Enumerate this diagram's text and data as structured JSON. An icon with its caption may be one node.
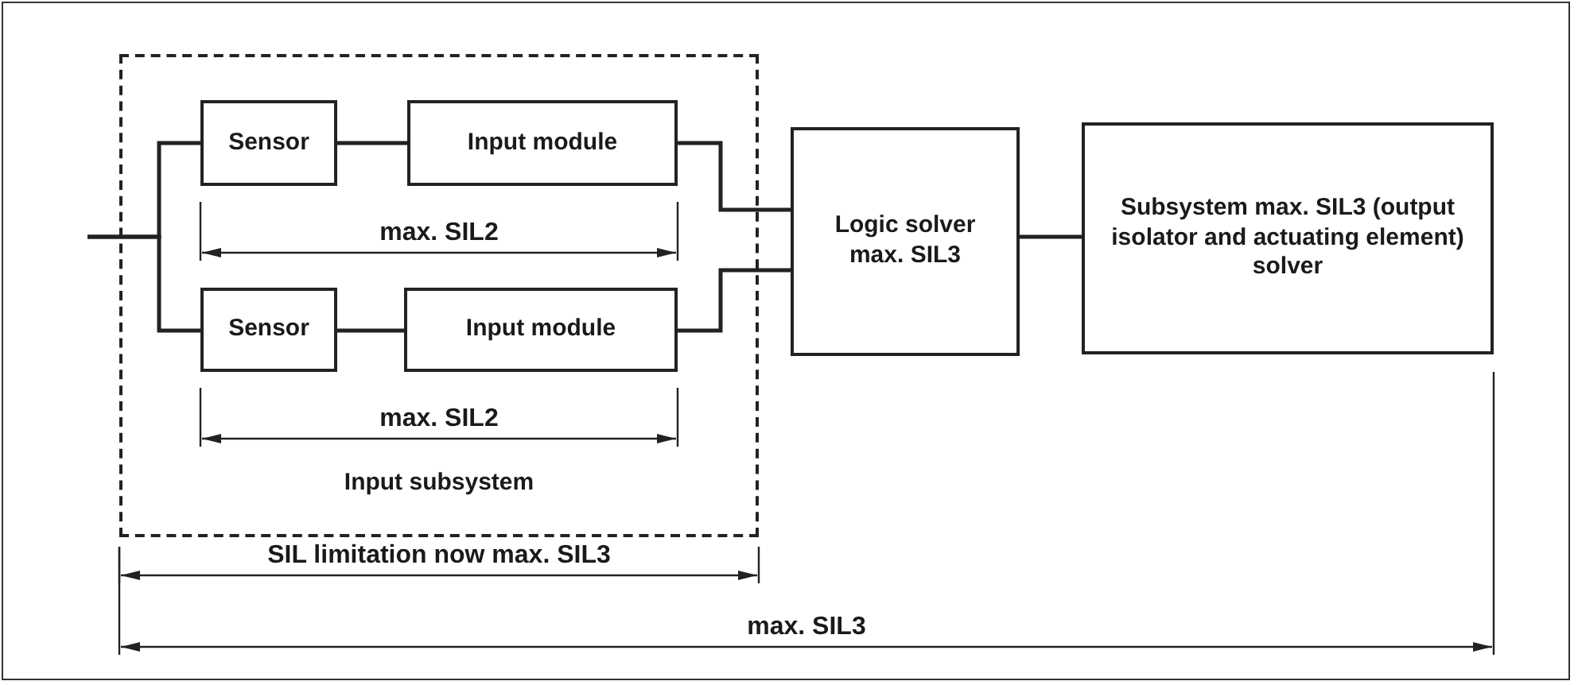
{
  "diagram": {
    "nodes": [
      {
        "text": [
          "Input subsystem"
        ]
      },
      {
        "text": [
          "Sensor"
        ],
        "in": 0
      },
      {
        "text": [
          "Input module"
        ],
        "in": 0
      },
      {
        "text": [
          "Sensor"
        ],
        "in": 0
      },
      {
        "text": [
          "Input module"
        ],
        "in": 0
      },
      {
        "text": [
          "Logic solver max. SIL3"
        ]
      },
      {
        "text": [
          "Subsystem max. SIL3 (output isolator and actuating element) solver"
        ]
      }
    ],
    "edges": [
      {
        "from": null,
        "to": 1,
        "arrow": "none"
      },
      {
        "from": null,
        "to": 3,
        "arrow": "none"
      },
      {
        "from": 1,
        "to": 2,
        "arrow": "none"
      },
      {
        "from": 3,
        "to": 4,
        "arrow": "none"
      },
      {
        "from": 2,
        "to": 5,
        "arrow": "none"
      },
      {
        "from": 4,
        "to": 5,
        "arrow": "none"
      },
      {
        "from": 5,
        "to": 6,
        "arrow": "none"
      }
    ],
    "labels": [
      "max. SIL2",
      "max. SIL2",
      "SIL limitation now max. SIL3",
      "max. SIL3"
    ]
  }
}
